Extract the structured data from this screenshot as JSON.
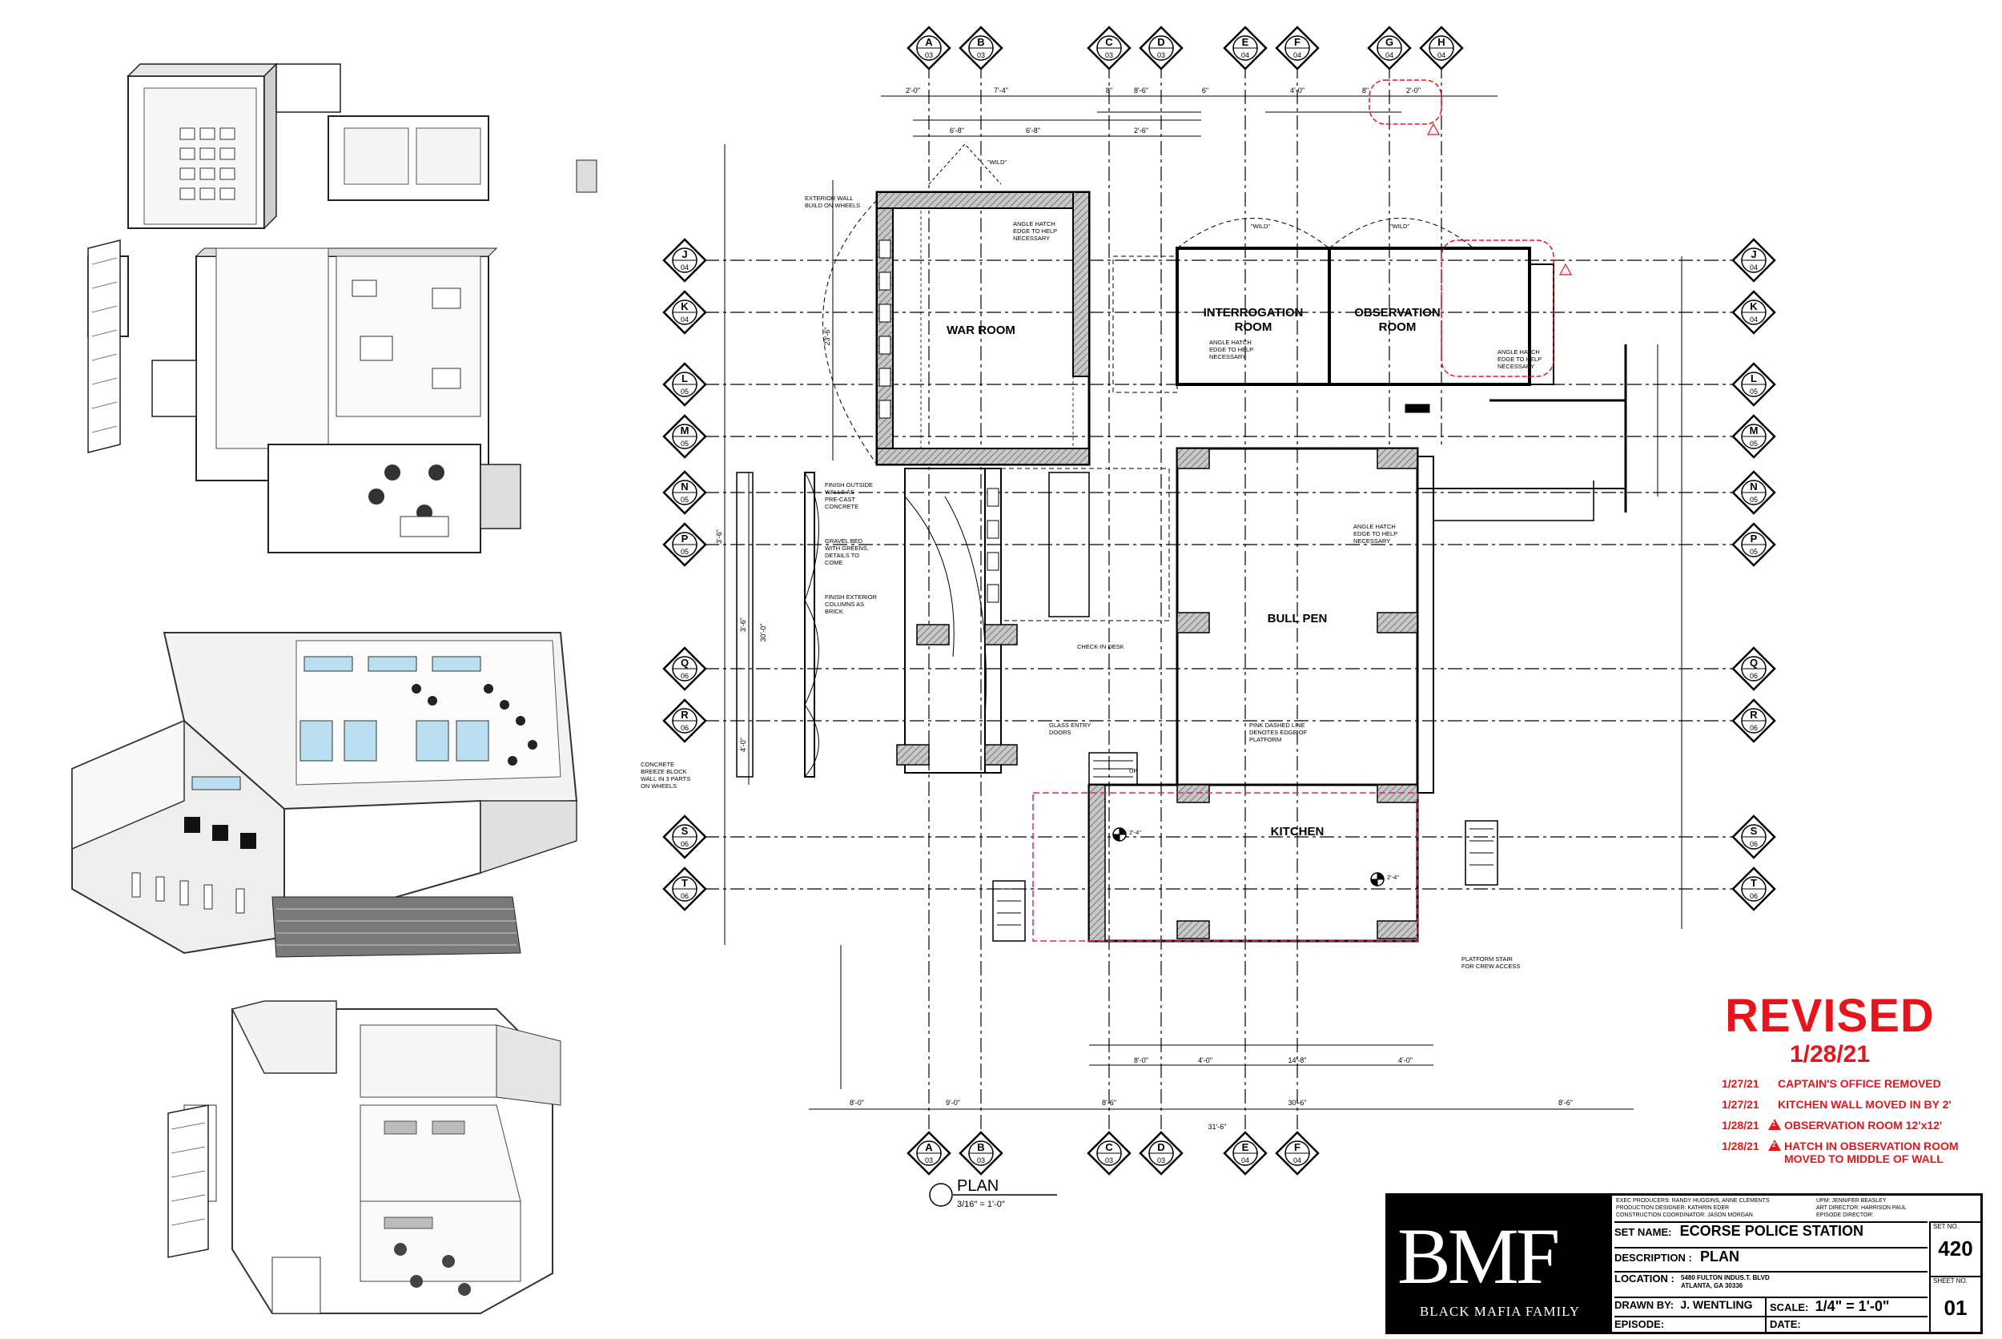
{
  "rooms": {
    "war_room": "WAR ROOM",
    "interrogation": "INTERROGATION\nROOM",
    "observation": "OBSERVATION\nROOM",
    "bull_pen": "BULL PEN",
    "kitchen": "KITCHEN"
  },
  "grid_columns": {
    "top": [
      {
        "letter": "A",
        "sheet": "03"
      },
      {
        "letter": "B",
        "sheet": "03"
      },
      {
        "letter": "C",
        "sheet": "03"
      },
      {
        "letter": "D",
        "sheet": "03"
      },
      {
        "letter": "E",
        "sheet": "04"
      },
      {
        "letter": "F",
        "sheet": "04"
      },
      {
        "letter": "G",
        "sheet": "04"
      },
      {
        "letter": "H",
        "sheet": "04"
      }
    ],
    "bottom": [
      {
        "letter": "A",
        "sheet": "03"
      },
      {
        "letter": "B",
        "sheet": "03"
      },
      {
        "letter": "C",
        "sheet": "03"
      },
      {
        "letter": "D",
        "sheet": "03"
      },
      {
        "letter": "E",
        "sheet": "04"
      },
      {
        "letter": "F",
        "sheet": "04"
      }
    ]
  },
  "grid_rows": [
    {
      "letter": "J",
      "sheet": "04"
    },
    {
      "letter": "K",
      "sheet": "04"
    },
    {
      "letter": "L",
      "sheet": "05"
    },
    {
      "letter": "M",
      "sheet": "05"
    },
    {
      "letter": "N",
      "sheet": "05"
    },
    {
      "letter": "P",
      "sheet": "05"
    },
    {
      "letter": "Q",
      "sheet": "06"
    },
    {
      "letter": "R",
      "sheet": "06"
    },
    {
      "letter": "S",
      "sheet": "06"
    },
    {
      "letter": "T",
      "sheet": "06"
    }
  ],
  "notes": {
    "exterior_walls": "EXTERIOR WALL\nBUILD ON WHEELS",
    "angle_hatch_1": "ANGLE HATCH\nEDGE TO HELP\nNECESSARY",
    "angle_hatch_2": "ANGLE HATCH\nEDGE TO HELP\nNECESSARY",
    "angle_hatch_3": "ANGLE HATCH\nEDGE TO HELP\nNECESSARY",
    "angle_hatch_4": "ANGLE HATCH\nEDGE TO HELP\nNECESSARY",
    "finish_outside": "FINISH OUTSIDE\nWALLS AS\nPRE-CAST\nCONCRETE",
    "gravel_bed": "GRAVEL BED\nWITH GREENS,\nDETAILS TO\nCOME",
    "finish_exterior": "FINISH EXTERIOR\nCOLUMNS AS\nBRICK",
    "check_in": "CHECK-IN DESK",
    "glass_entry": "GLASS ENTRY\nDOORS",
    "pink_line": "PINK DASHED LINE\nDENOTES EDGE OF\nPLATFORM",
    "concrete_block": "CONCRETE\nBREEZE BLOCK\nWALL IN 3 PARTS\nON WHEELS",
    "platform_stair": "PLATFORM STAIR\nFOR CREW ACCESS",
    "wild": "\"WILD\"",
    "up": "UP",
    "elev_1": "2'-4\"",
    "elev_2": "2'-4\""
  },
  "dims_top": [
    "2'-0\"",
    "7'-4\"",
    "8\"",
    "8'-6\"",
    "6\"",
    "4'-0\"",
    "8\"",
    "2'-0\""
  ],
  "dims_top2": [
    "6'-8\"",
    "6'-8\"",
    "2'-6\""
  ],
  "dims_bottom": [
    "8'-0\"",
    "9'-0\"",
    "8'-6\"",
    "30'-6\"",
    "8'-6\""
  ],
  "dims_bottom2": [
    "8'-0\"",
    "4'-0\"",
    "14'-8\"",
    "4'-0\""
  ],
  "dims_bottom_total": "31'-6\"",
  "dims_left": [
    "23'-6\"",
    "3'-6\"",
    "3'-6\"",
    "30'-0\"",
    "4'-0\""
  ],
  "plan_title": "PLAN",
  "plan_scale": "3/16\" = 1'-0\"",
  "revision": {
    "title": "REVISED",
    "date": "1/28/21",
    "items": [
      {
        "date": "1/27/21",
        "text": "CAPTAIN'S OFFICE REMOVED",
        "marker": ""
      },
      {
        "date": "1/27/21",
        "text": "KITCHEN WALL MOVED IN BY 2'",
        "marker": ""
      },
      {
        "date": "1/28/21",
        "text": "OBSERVATION ROOM 12'x12'",
        "marker": "1"
      },
      {
        "date": "1/28/21",
        "text": "HATCH IN OBSERVATION ROOM MOVED TO MIDDLE OF WALL",
        "marker": "2"
      }
    ]
  },
  "title_block": {
    "logo": "BMF",
    "logo_sub": "BLACK MAFIA FAMILY",
    "credits_left": [
      "EXEC PRODUCERS: RANDY HUGGINS, ANNE CLEMENTS",
      "PRODUCTION DESIGNER: KATHRIN EDER",
      "CONSTRUCTION COORDINATOR: JASON MORGAN"
    ],
    "credits_right": [
      "UPM: JENNIFER BEASLEY",
      "ART DIRECTOR: HARRISON PAUL",
      "EPISODE DIRECTOR:"
    ],
    "set_name_label": "SET NAME:",
    "set_name": "ECORSE POLICE STATION",
    "description_label": "DESCRIPTION :",
    "description": "PLAN",
    "location_label": "LOCATION :",
    "location": "5480 FULTON INDUS.T. BLVD\nATLANTA, GA 30336",
    "drawn_by_label": "DRAWN BY:",
    "drawn_by": "J. WENTLING",
    "scale_label": "SCALE:",
    "scale": "1/4\" = 1'-0\"",
    "episode_label": "EPISODE:",
    "date_label": "DATE:",
    "set_no_label": "SET NO.",
    "set_no": "420",
    "sheet_no_label": "SHEET NO.",
    "sheet_no": "01"
  },
  "colors": {
    "ink": "#000000",
    "revision_red": "#e8141b",
    "platform_pink": "#e0207a",
    "wall_hatch": "#9a9a9a",
    "iso_wall": "#e9e9e9",
    "glass": "#b9dff0"
  }
}
